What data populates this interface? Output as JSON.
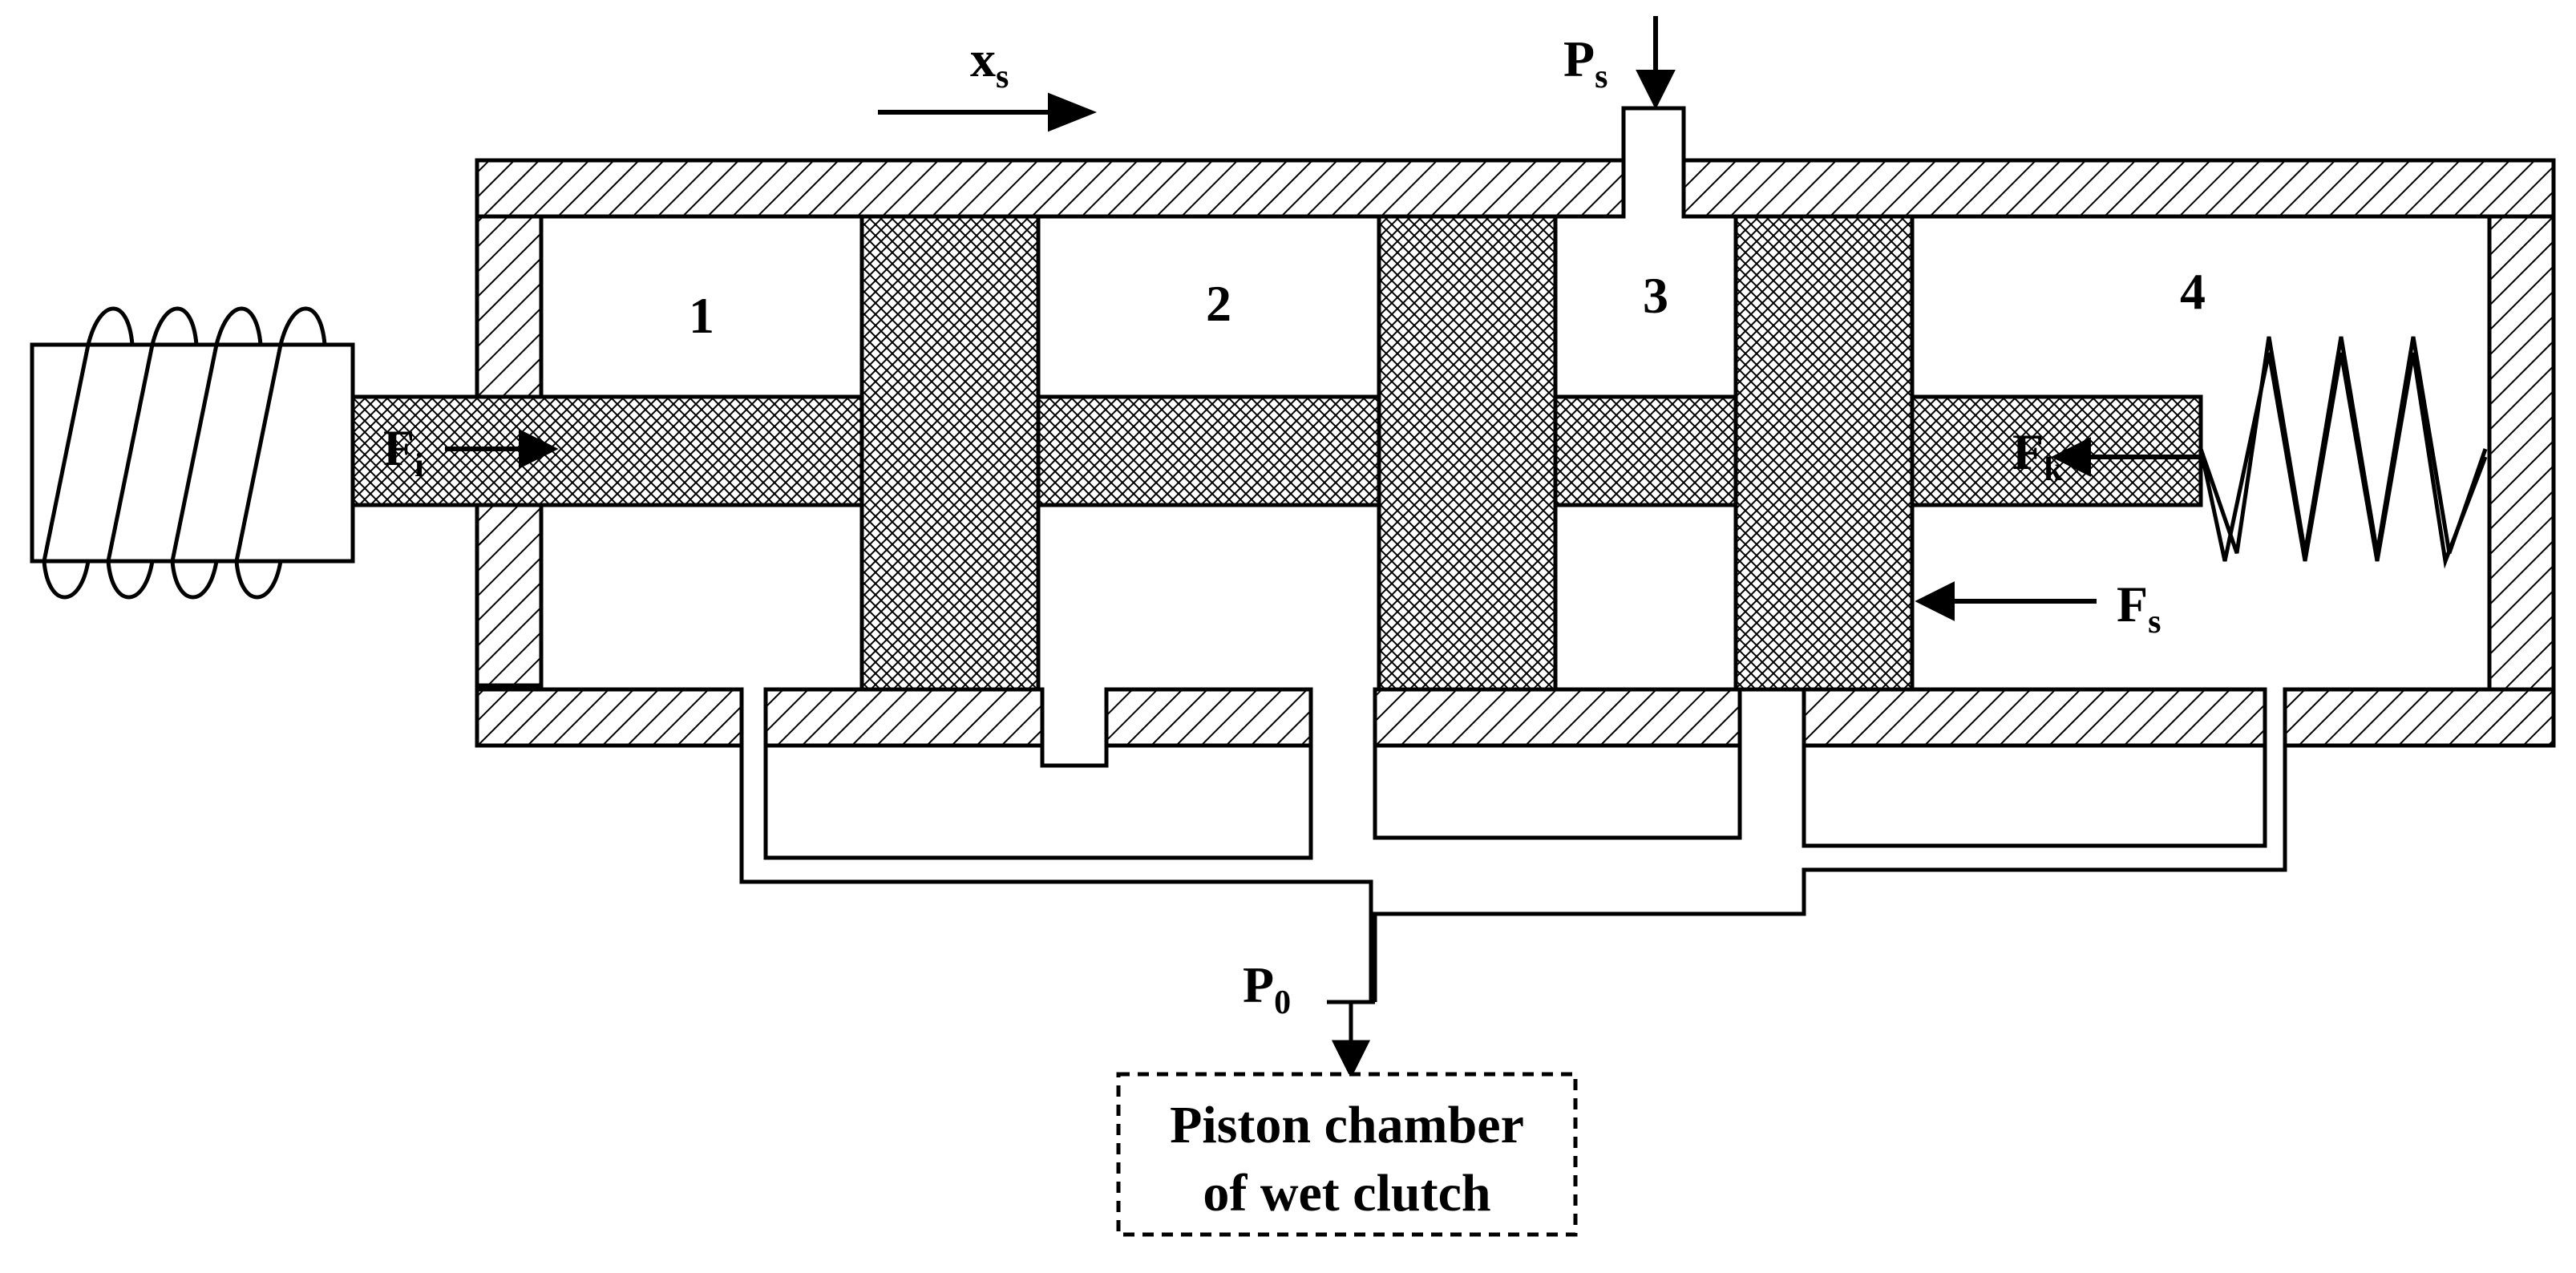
{
  "diagram": {
    "chamber_labels": [
      "1",
      "2",
      "3",
      "4"
    ],
    "displacement": {
      "main": "x",
      "sub": "s"
    },
    "supply_pressure": {
      "main": "P",
      "sub": "s"
    },
    "output_pressure": {
      "main": "P",
      "sub": "0"
    },
    "solenoid_force": {
      "main": "F",
      "sub": "i"
    },
    "spring_force": {
      "main": "F",
      "sub": "k"
    },
    "flow_force": {
      "main": "F",
      "sub": "s"
    },
    "output_box": {
      "line1": "Piston chamber",
      "line2": "of wet clutch"
    }
  }
}
